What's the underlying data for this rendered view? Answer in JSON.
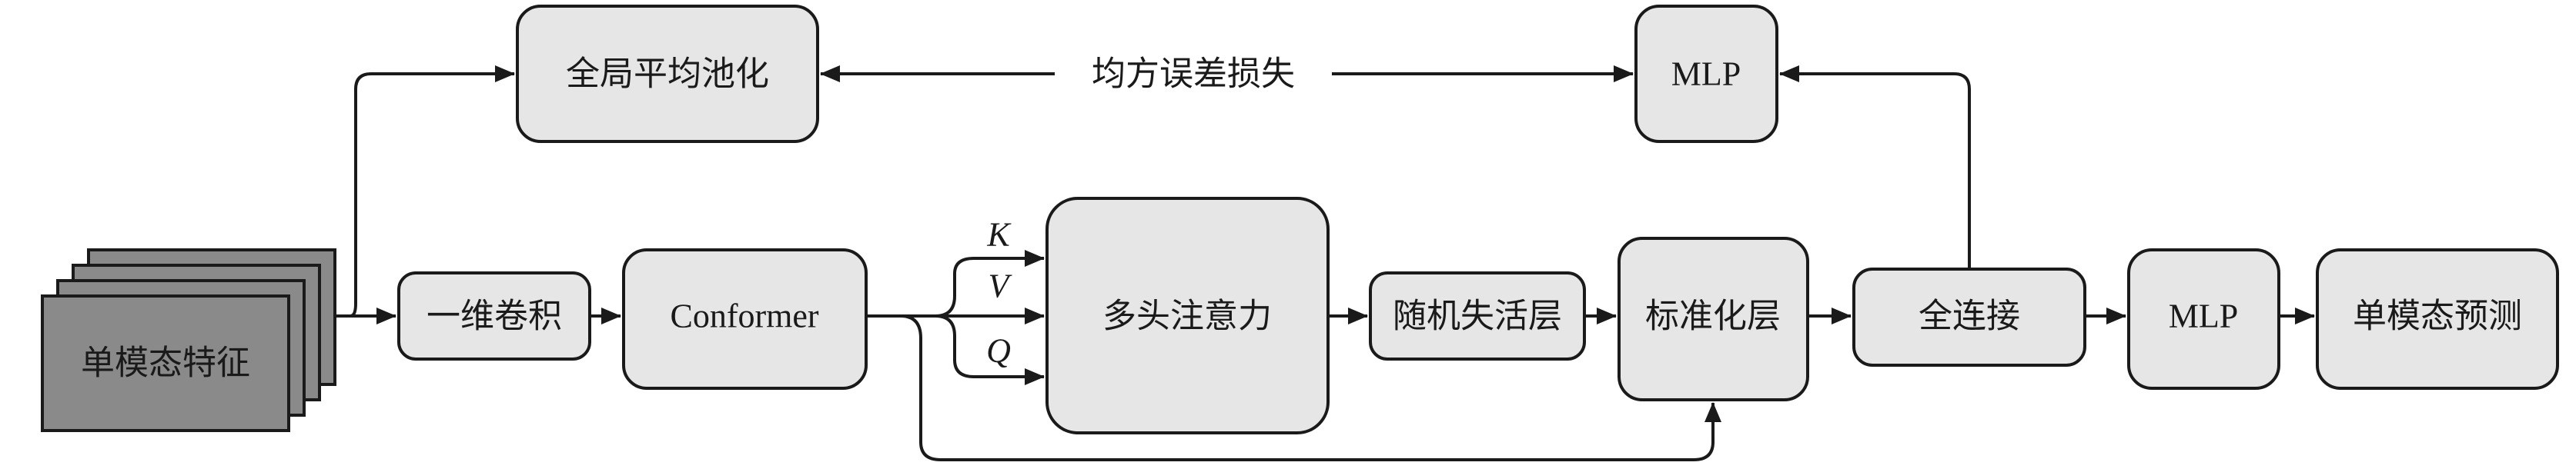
{
  "nodes": {
    "input": "单模态特征",
    "gap": "全局平均池化",
    "mlp_top": "MLP",
    "conv1d": "一维卷积",
    "conformer": "Conformer",
    "mha": "多头注意力",
    "dropout": "随机失活层",
    "norm": "标准化层",
    "fc": "全连接",
    "mlp_out": "MLP",
    "output": "单模态预测"
  },
  "edge_labels": {
    "loss": "均方误差损失",
    "k": "K",
    "v": "V",
    "q": "Q"
  }
}
